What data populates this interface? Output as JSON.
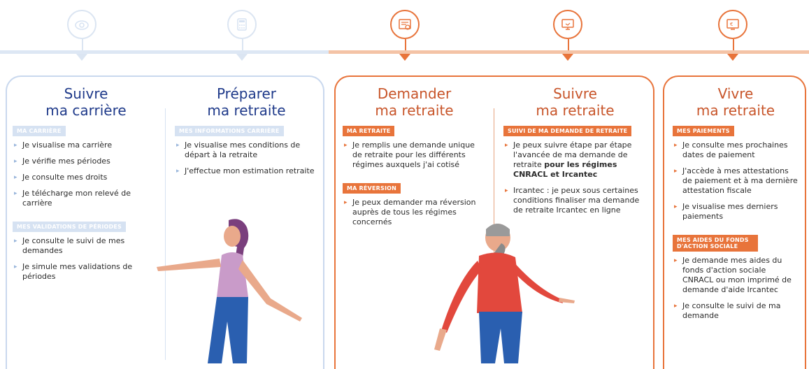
{
  "colors": {
    "blue_border": "#c9d8ee",
    "blue_title": "#1f3a8a",
    "orange": "#e8743b",
    "orange_title": "#c8552a"
  },
  "icons": [
    "camera-icon",
    "calculator-icon",
    "form-icon",
    "monitor-icon",
    "payment-icon"
  ],
  "columns": [
    {
      "title_line1": "Suivre",
      "title_line2": "ma carrière",
      "sections": [
        {
          "badge": "MA CARRIÈRE",
          "items": [
            "Je visualise ma carrière",
            "Je vérifie mes périodes",
            "Je consulte mes droits",
            "Je télécharge mon relevé de carrière"
          ]
        },
        {
          "badge": "MES VALIDATIONS DE PÉRIODES",
          "items": [
            "Je consulte le suivi de mes demandes",
            "Je simule mes validations de périodes"
          ]
        }
      ]
    },
    {
      "title_line1": "Préparer",
      "title_line2": "ma retraite",
      "sections": [
        {
          "badge": "MES INFORMATIONS CARRIÈRE",
          "items": [
            "Je visualise mes conditions de départ à la retraite",
            "J'effectue mon estimation retraite"
          ]
        }
      ]
    },
    {
      "title_line1": "Demander",
      "title_line2": "ma retraite",
      "sections": [
        {
          "badge": "MA RETRAITE",
          "items": [
            "Je remplis une demande unique de retraite pour les différents régimes auxquels j'ai cotisé"
          ]
        },
        {
          "badge": "MA RÉVERSION",
          "items": [
            "Je peux demander ma réversion auprès de tous les régimes concernés"
          ]
        }
      ]
    },
    {
      "title_line1": "Suivre",
      "title_line2": "ma retraite",
      "sections": [
        {
          "badge": "SUIVI DE MA DEMANDE DE RETRAITE",
          "items": [
            {
              "text": "Je peux suivre étape par étape l'avancée de ma demande de retraite ",
              "bold": "pour les régimes CNRACL et Ircantec"
            },
            "Ircantec : je peux sous certaines conditions finaliser ma demande de retraite Ircantec en ligne"
          ]
        }
      ]
    },
    {
      "title_line1": "Vivre",
      "title_line2": "ma retraite",
      "sections": [
        {
          "badge": "MES PAIEMENTS",
          "items": [
            "Je consulte mes prochaines dates de paiement",
            "J'accède à mes attestations de paiement et à ma dernière attestation fiscale",
            "Je visualise mes derniers paiements"
          ]
        },
        {
          "badge": "MES AIDES DU FONDS D'ACTION SOCIALE",
          "items": [
            "Je demande mes aides du fonds d'action sociale CNRACL ou mon imprimé de demande d'aide Ircantec",
            "Je consulte le suivi de ma demande"
          ]
        }
      ]
    }
  ]
}
